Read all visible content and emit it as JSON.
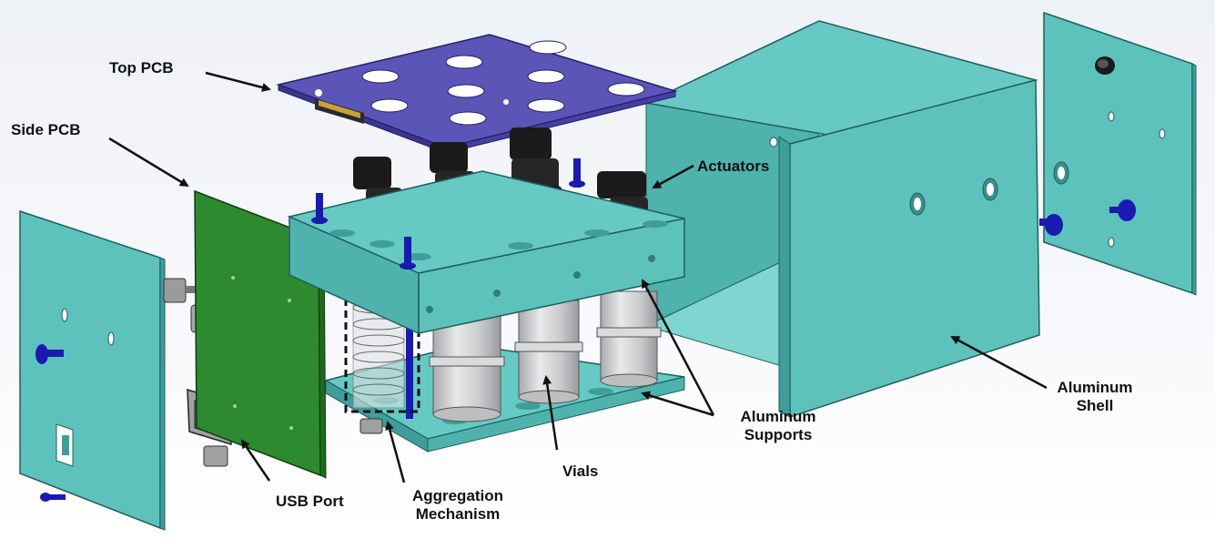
{
  "labels": {
    "top_pcb": "Top PCB",
    "side_pcb": "Side PCB",
    "actuators": "Actuators",
    "aluminum_shell_l1": "Aluminum",
    "aluminum_shell_l2": "Shell",
    "aluminum_supports_l1": "Aluminum",
    "aluminum_supports_l2": "Supports",
    "vials": "Vials",
    "usb_port": "USB Port",
    "aggregation_l1": "Aggregation",
    "aggregation_l2": "Mechanism"
  },
  "colors": {
    "aluminum": "#5dc2bc",
    "aluminum_dark": "#3f9e99",
    "aluminum_light": "#7fd6d0",
    "pcb_top": "#5b55b8",
    "pcb_side": "#2e8a2e",
    "actuator": "#1b1b1b",
    "vial": "#d5d6d8",
    "screw_blue": "#1a1ab0",
    "metal": "#b8b8b8",
    "arrow": "#111111"
  }
}
